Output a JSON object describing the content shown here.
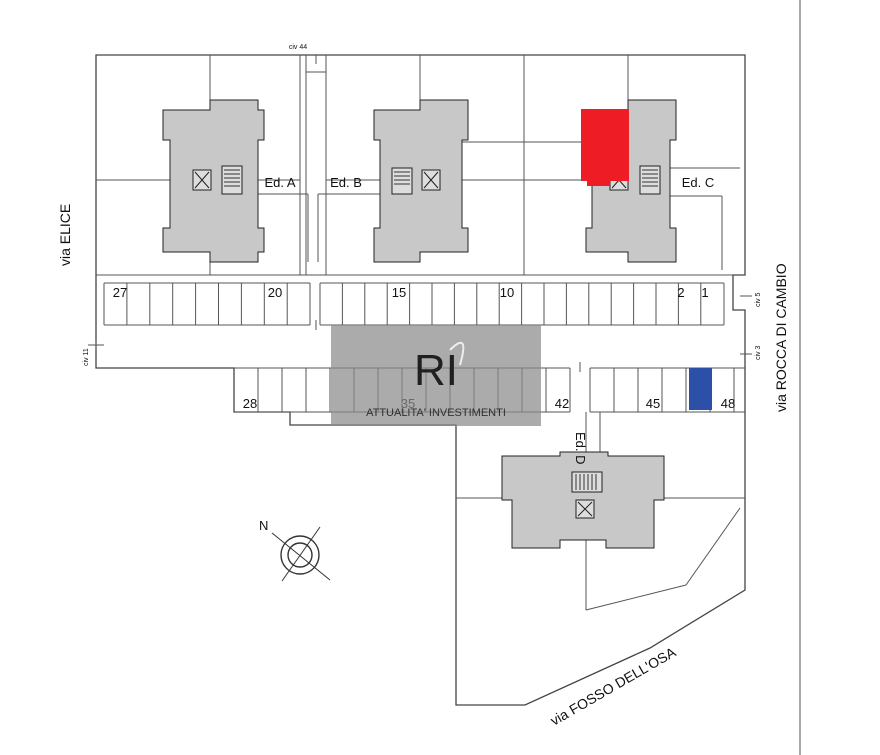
{
  "streets": {
    "west": "via ELICE",
    "east": "via ROCCA DI CAMBIO",
    "south": "via FOSSO DELL'OSA"
  },
  "buildings": {
    "a": "Ed. A",
    "b": "Ed. B",
    "c": "Ed. C",
    "d": "Ed. D"
  },
  "civic": {
    "c44": "civ 44",
    "c11": "civ 11",
    "c5": "civ 5",
    "c3": "civ 3"
  },
  "spaces": {
    "n27": "27",
    "n20": "20",
    "n15": "15",
    "n10": "10",
    "n2": "2",
    "n1": "1",
    "n28": "28",
    "n35": "35",
    "n42": "42",
    "n45": "45",
    "n48": "48"
  },
  "compass": {
    "north": "N"
  },
  "watermark": {
    "text": "ATTUALITA' INVESTIMENTI"
  },
  "colors": {
    "highlight_red": "#ee1c24",
    "highlight_blue": "#2c4fa8",
    "building_fill": "#c8c8c8",
    "watermark_fill": "#8a8a8a"
  }
}
